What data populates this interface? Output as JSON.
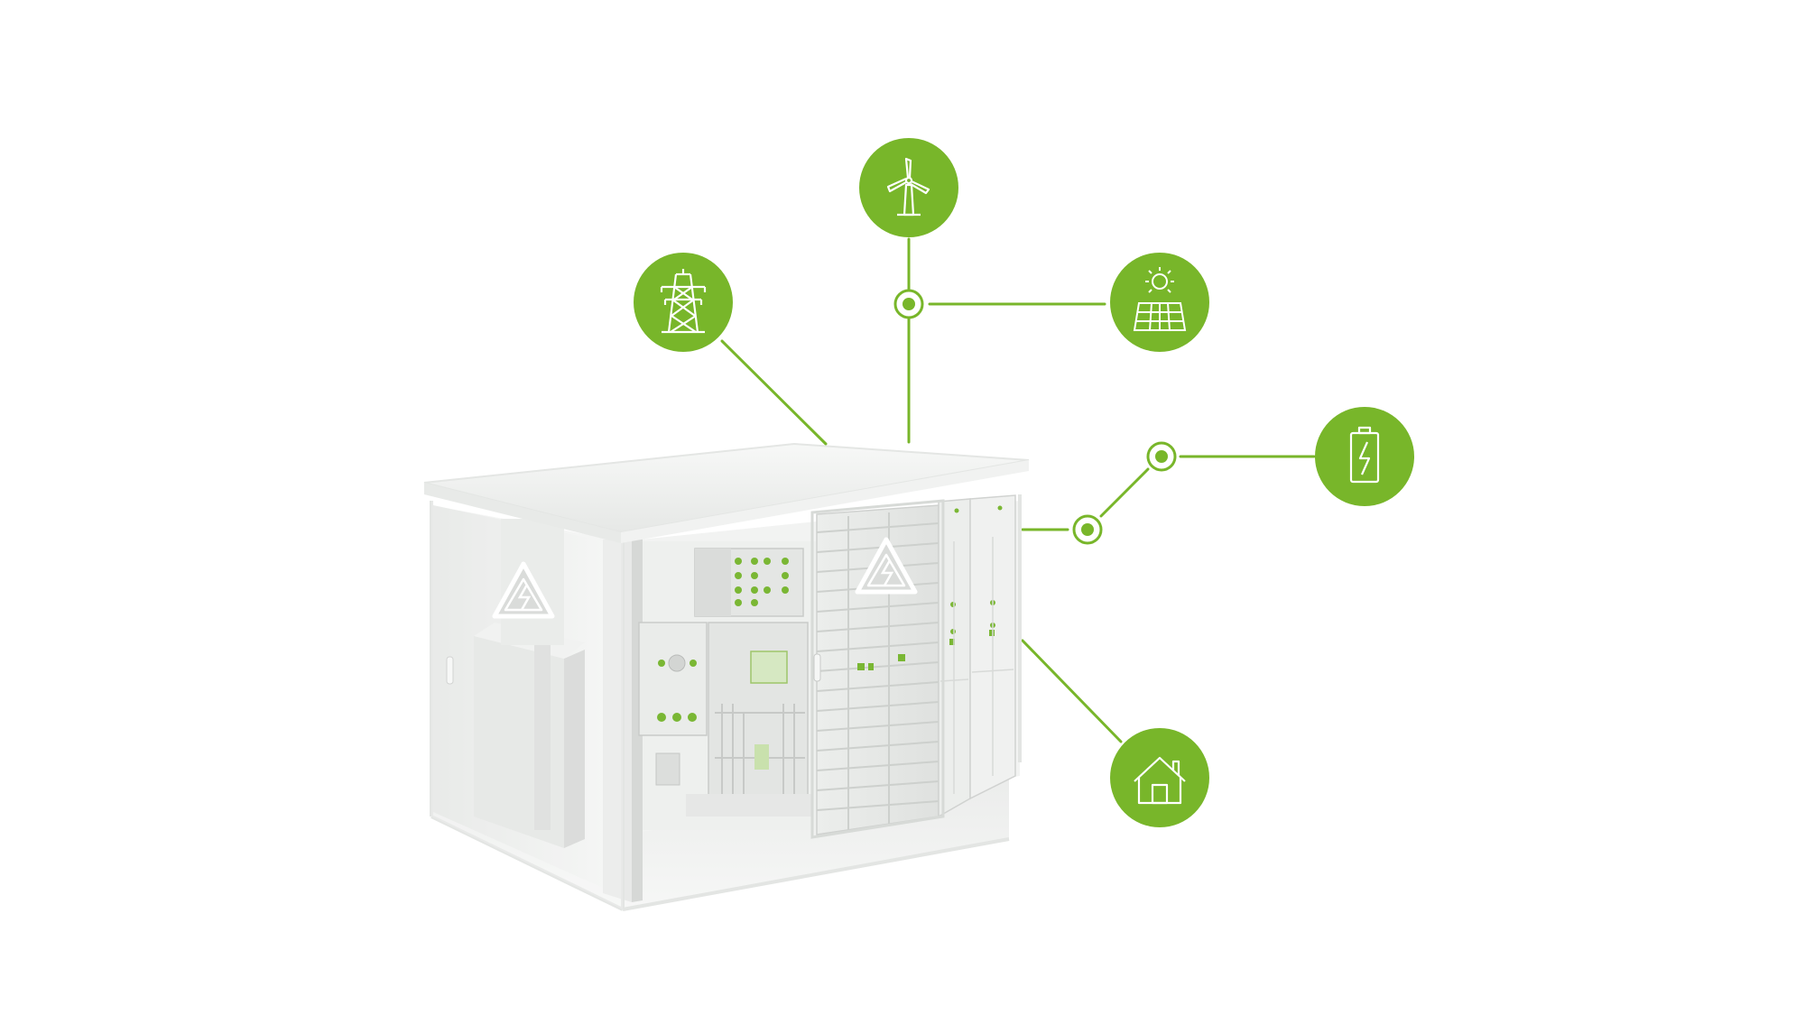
{
  "colors": {
    "accent": "#78b62a",
    "icon_stroke": "#ffffff",
    "container_light": "#f1f2f1",
    "container_mid": "#dcdedc",
    "container_dark": "#c6c8c6"
  },
  "nodes": [
    {
      "icon": "power-pylon-icon",
      "label": ""
    },
    {
      "icon": "wind-turbine-icon",
      "label": ""
    },
    {
      "icon": "solar-panel-icon",
      "label": ""
    },
    {
      "icon": "battery-icon",
      "label": ""
    },
    {
      "icon": "house-icon",
      "label": ""
    }
  ],
  "junctions": [
    {
      "name": "renewable-junction"
    },
    {
      "name": "storage-junction-upper"
    },
    {
      "name": "storage-junction-lower"
    }
  ],
  "warning_signs": [
    {
      "icon": "high-voltage-warning-icon"
    },
    {
      "icon": "high-voltage-warning-icon"
    }
  ]
}
